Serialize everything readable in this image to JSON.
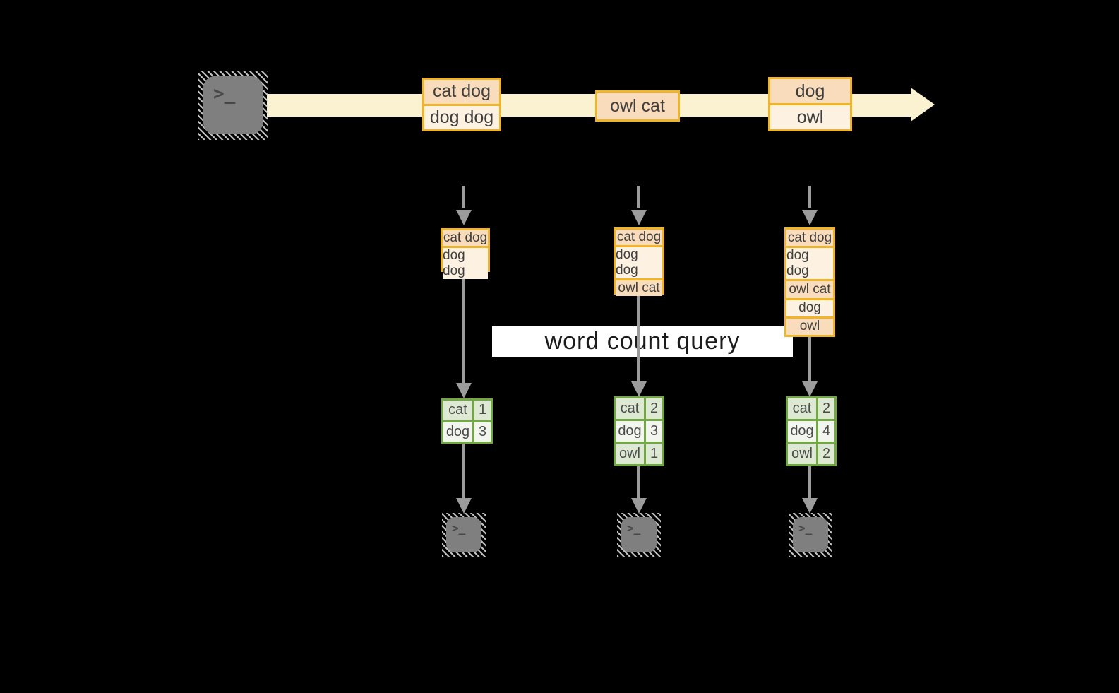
{
  "colors": {
    "background": "#000000",
    "stream_band": "#FBF2D1",
    "amber_border": "#F0B429",
    "record_fill_dark": "#F9DCBB",
    "record_fill_light": "#FDF2E2",
    "green_border": "#72A844",
    "table_row_dark": "#DEE9D4",
    "table_row_light": "#F2F6EE",
    "arrow_gray": "#9C9C9C",
    "terminal_gray": "#7F7F7F",
    "query_band": "#FFFFFF"
  },
  "source_terminal": {
    "prompt": ">_"
  },
  "stream": {
    "batches": [
      {
        "records": [
          "cat dog",
          "dog dog"
        ]
      },
      {
        "records": [
          "owl cat"
        ]
      },
      {
        "records": [
          "dog",
          "owl"
        ]
      }
    ]
  },
  "micro_batches": [
    {
      "records": [
        "cat dog",
        "dog dog"
      ]
    },
    {
      "records": [
        "cat dog",
        "dog dog",
        "owl cat"
      ]
    },
    {
      "records": [
        "cat dog",
        "dog dog",
        "owl cat",
        "dog",
        "owl"
      ]
    }
  ],
  "query_label": "word count query",
  "result_tables": [
    {
      "rows": [
        [
          "cat",
          "1"
        ],
        [
          "dog",
          "3"
        ]
      ]
    },
    {
      "rows": [
        [
          "cat",
          "2"
        ],
        [
          "dog",
          "3"
        ],
        [
          "owl",
          "1"
        ]
      ]
    },
    {
      "rows": [
        [
          "cat",
          "2"
        ],
        [
          "dog",
          "4"
        ],
        [
          "owl",
          "2"
        ]
      ]
    }
  ],
  "output_terminals": [
    {
      "prompt": ">_"
    },
    {
      "prompt": ">_"
    },
    {
      "prompt": ">_"
    }
  ]
}
